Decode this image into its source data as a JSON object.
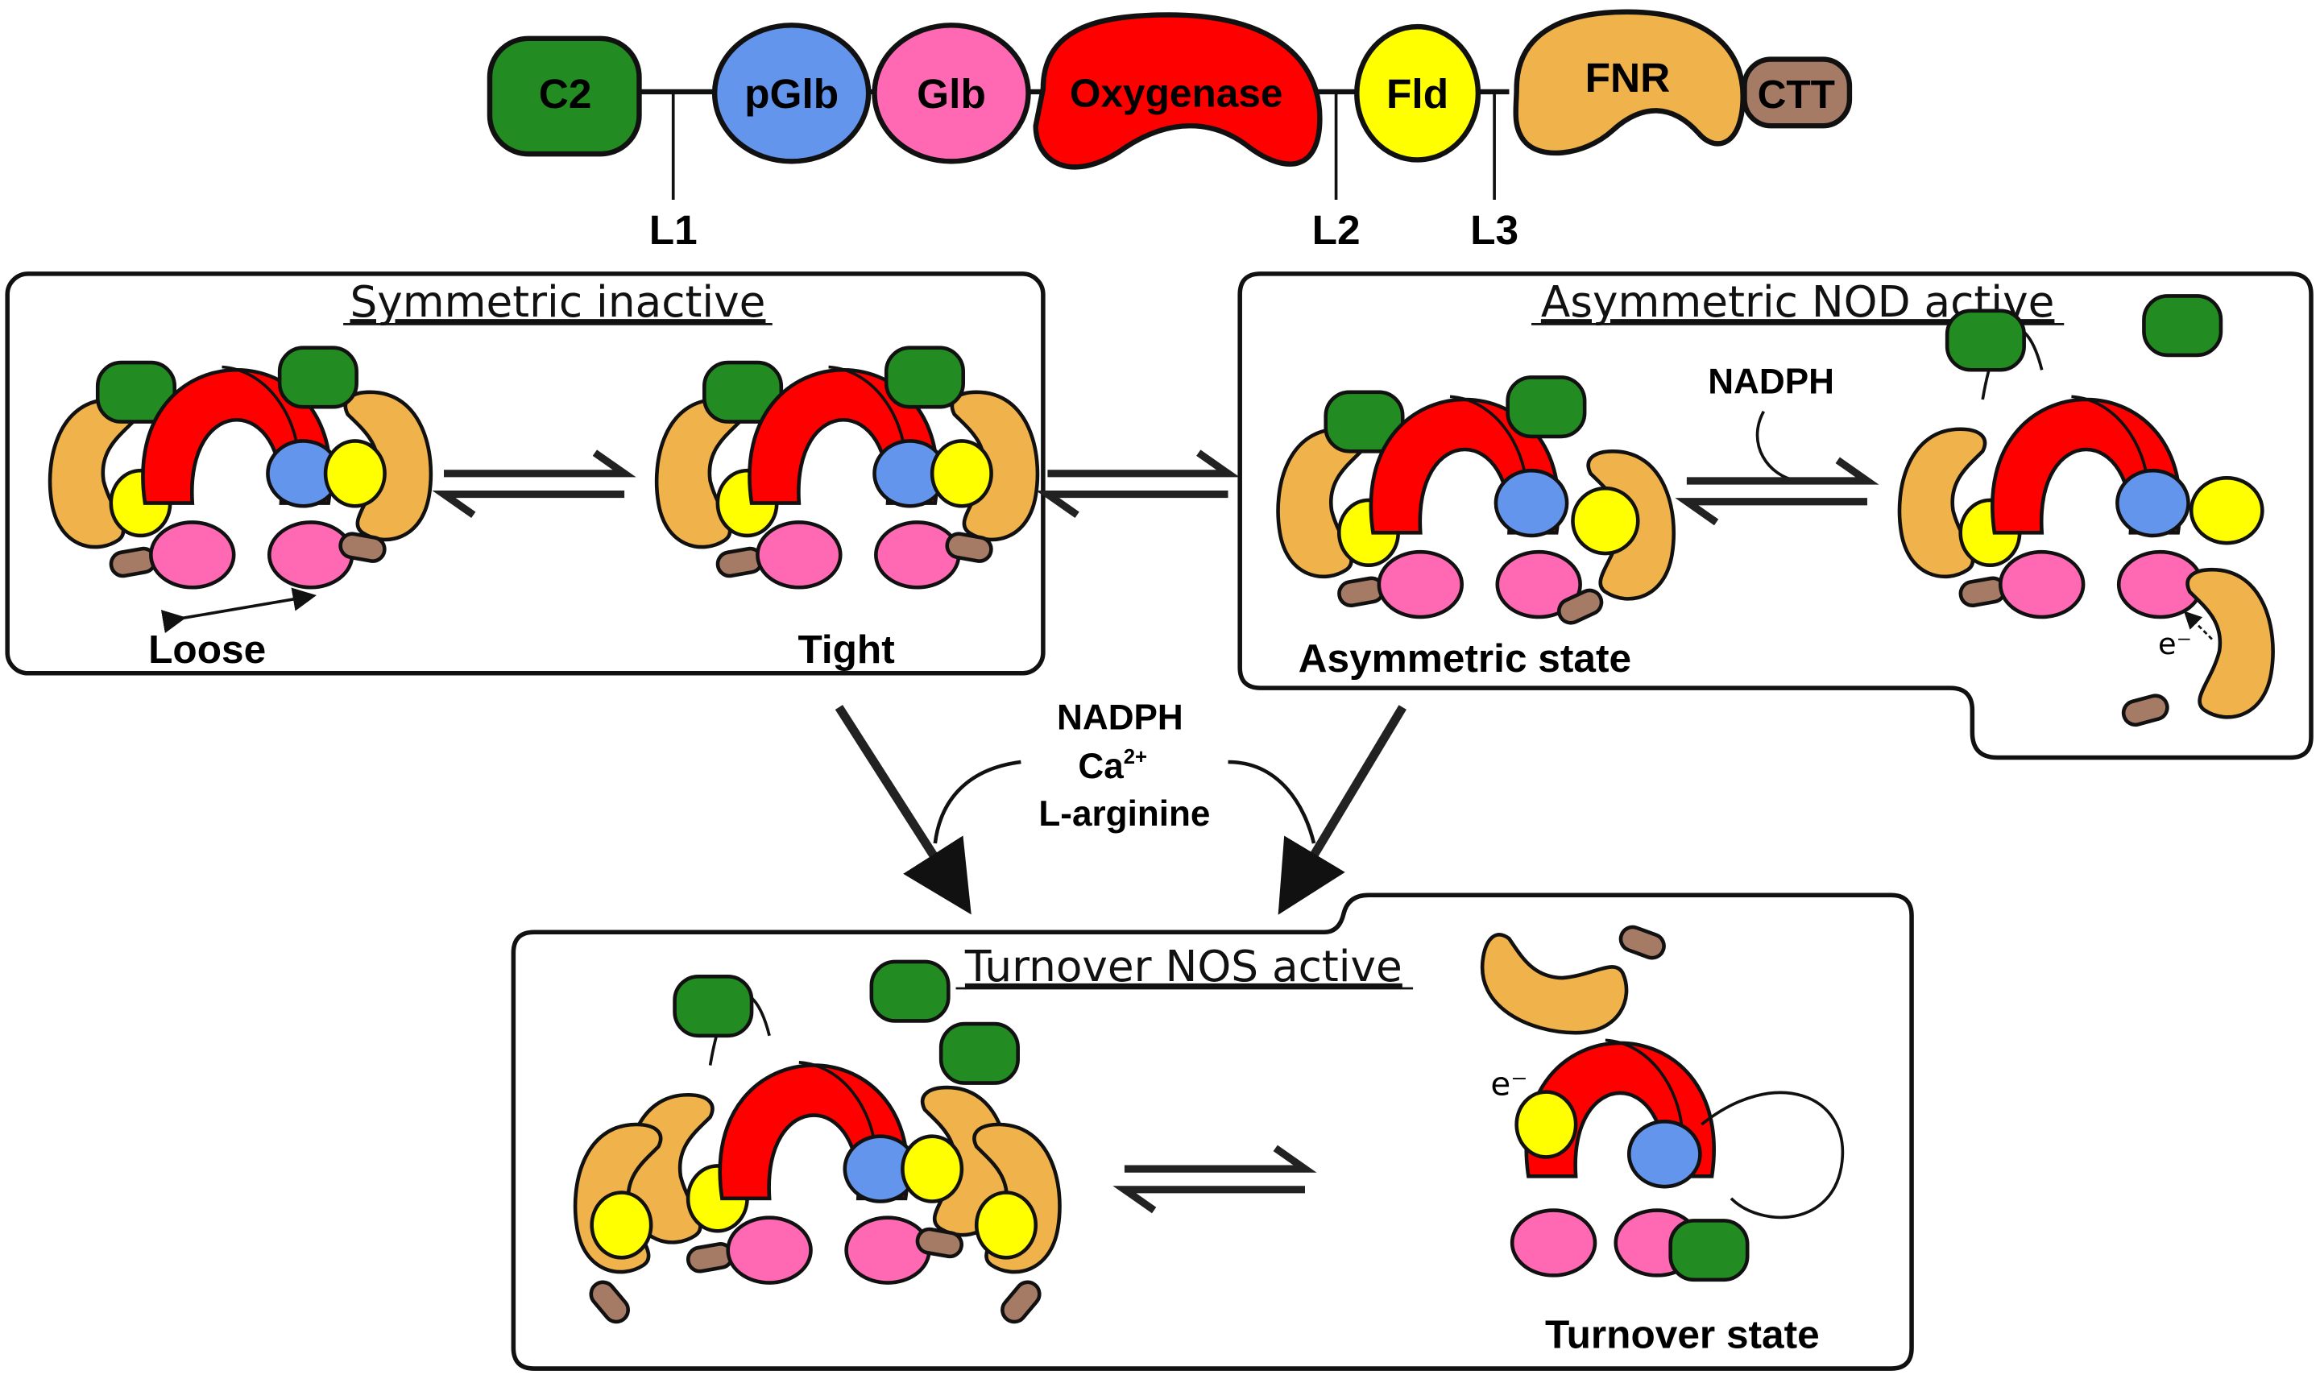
{
  "colors": {
    "c2": "#228B22",
    "pglb": "#6495ED",
    "glb": "#FF69B4",
    "oxygenase": "#FF0000",
    "fld": "#FFFF00",
    "fnr": "#F0B24A",
    "ctt": "#A67B66",
    "outline": "#111111"
  },
  "domains": {
    "c2": "C2",
    "pglb": "pGlb",
    "glb": "Glb",
    "oxygenase": "Oxygenase",
    "fld": "Fld",
    "fnr": "FNR",
    "ctt": "CTT"
  },
  "linkers": {
    "l1": "L1",
    "l2": "L2",
    "l3": "L3"
  },
  "panels": {
    "symmetric": {
      "title": "Symmetric inactive",
      "left_label": "Loose",
      "right_label": "Tight"
    },
    "asymmetric": {
      "title": "Asymmetric NOD active",
      "cofactor": "NADPH",
      "state_label": "Asymmetric state",
      "electron": "e⁻"
    },
    "turnover": {
      "title": "Turnover NOS active",
      "state_label": "Turnover state",
      "electron": "e⁻"
    }
  },
  "reagents": {
    "line1": "NADPH",
    "line2_base": "Ca",
    "line2_sup": "2+",
    "line3": "L-arginine"
  }
}
